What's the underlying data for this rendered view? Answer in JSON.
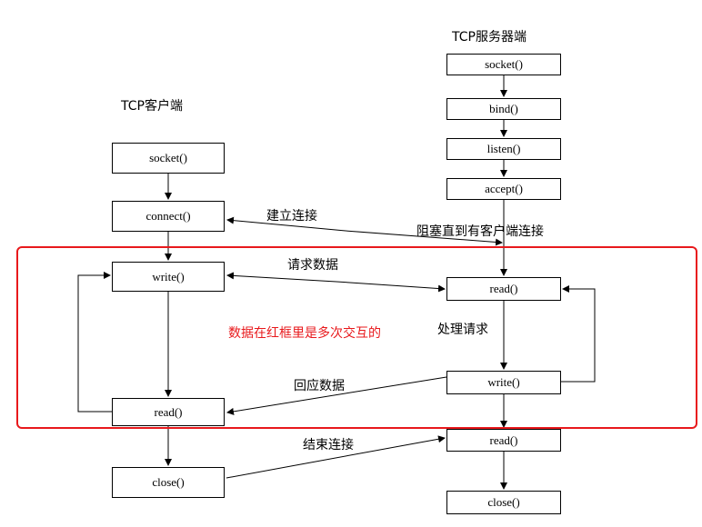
{
  "client": {
    "title": "TCP客户端",
    "steps": [
      "socket()",
      "connect()",
      "write()",
      "read()",
      "close()"
    ]
  },
  "server": {
    "title": "TCP服务器端",
    "steps": [
      "socket()",
      "bind()",
      "listen()",
      "accept()",
      "read()",
      "write()",
      "read()",
      "close()"
    ]
  },
  "messages": {
    "establish": "建立连接",
    "block_until_connect": "阻塞直到有客户端连接",
    "request_data": "请求数据",
    "process_request": "处理请求",
    "response_data": "回应数据",
    "end_connection": "结束连接"
  },
  "annotation": {
    "text": "数据在红框里是多次交互的",
    "color": "#e8191c"
  }
}
